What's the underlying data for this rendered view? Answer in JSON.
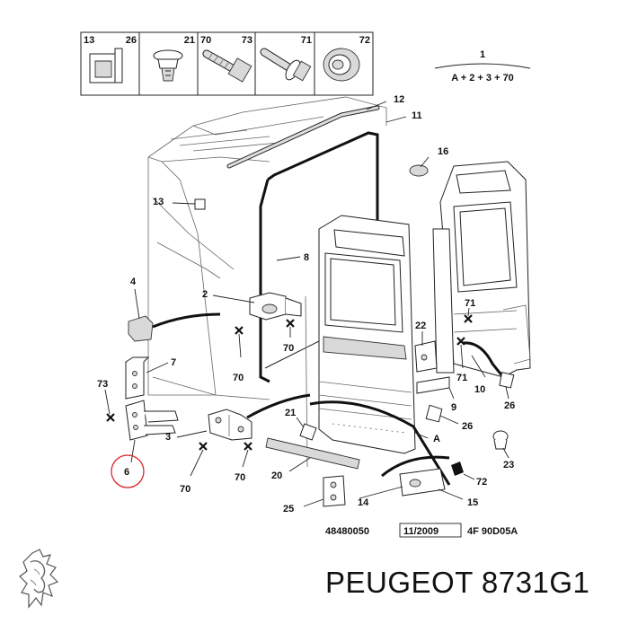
{
  "legend": {
    "boxes": [
      {
        "left": "13",
        "right": "26"
      },
      {
        "left": "",
        "right": "21"
      },
      {
        "left": "70",
        "right": "73"
      },
      {
        "left": "",
        "right": "71"
      },
      {
        "left": "",
        "right": "72"
      }
    ],
    "assembly_number": "1",
    "assembly_formula": "A + 2 + 3 + 70"
  },
  "callouts": [
    "12",
    "11",
    "16",
    "13",
    "8",
    "4",
    "2",
    "70",
    "70",
    "22",
    "71",
    "71",
    "10",
    "26",
    "7",
    "73",
    "9",
    "21",
    "26",
    "3",
    "A",
    "23",
    "6",
    "70",
    "70",
    "20",
    "72",
    "14",
    "15",
    "25"
  ],
  "footer": {
    "ref_number": "48480050",
    "ref_date": "11/2009",
    "ref_code": "4F 90D05A"
  },
  "brand_text": "PEUGEOT 8731G1",
  "colors": {
    "highlight_circle": "#d9262b",
    "line": "#222222"
  }
}
